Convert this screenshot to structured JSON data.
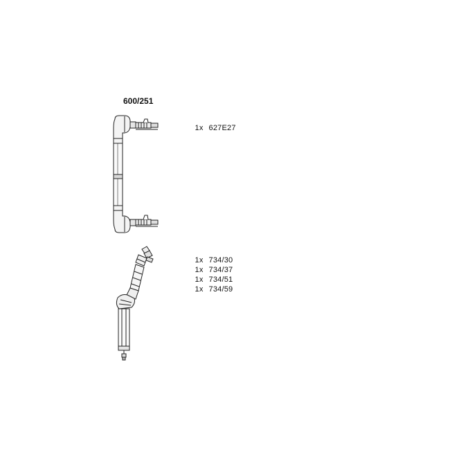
{
  "kit_number": "600/251",
  "parts": {
    "upper": [
      {
        "qty": "1x",
        "code": "627E27"
      }
    ],
    "lower": [
      {
        "qty": "1x",
        "code": "734/30"
      },
      {
        "qty": "1x",
        "code": "734/37"
      },
      {
        "qty": "1x",
        "code": "734/51"
      },
      {
        "qty": "1x",
        "code": "734/59"
      }
    ]
  }
}
